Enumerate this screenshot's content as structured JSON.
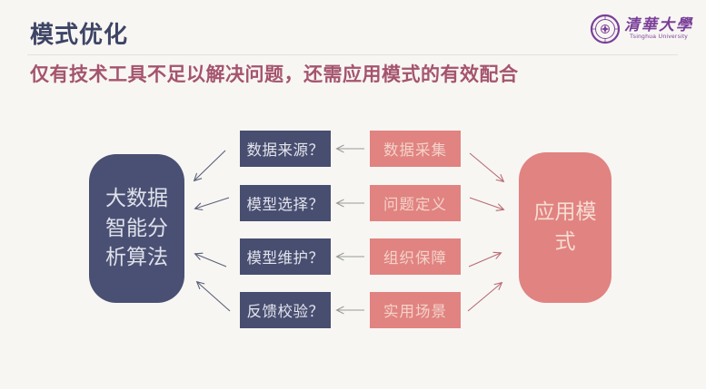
{
  "slide": {
    "title": "模式优化",
    "subtitle": "仅有技术工具不足以解决问题，还需应用模式的有效配合"
  },
  "logo": {
    "name_cn": "清華大學",
    "name_en": "Tsinghua University",
    "color": "#7a3f98"
  },
  "diagram": {
    "left_node": {
      "label": "大数据智能分析算法",
      "color": "#4a5073"
    },
    "right_node": {
      "label": "应用模式",
      "color": "#e18381"
    },
    "rows": [
      {
        "question": "数据来源？",
        "factor": "数据采集"
      },
      {
        "question": "模型选择？",
        "factor": "问题定义"
      },
      {
        "question": "模型维护？",
        "factor": "组织保障"
      },
      {
        "question": "反馈校验？",
        "factor": "实用场景"
      }
    ]
  },
  "colors": {
    "background": "#f7f6f3",
    "title": "#3e4465",
    "subtitle": "#a5546e",
    "navy_box": "#484e70",
    "pink_box": "#e18381",
    "row_arrow": "#9a9a9a",
    "left_arrow": "#5a5f78",
    "right_arrow": "#b96a70"
  }
}
